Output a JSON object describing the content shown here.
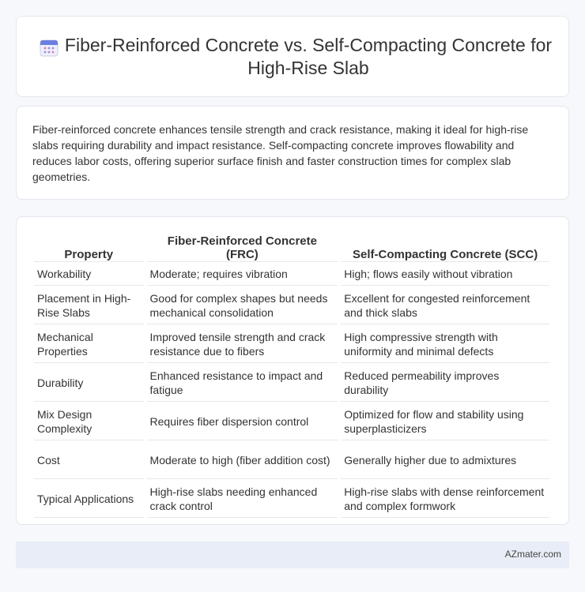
{
  "header": {
    "title": "Fiber-Reinforced Concrete vs. Self-Compacting Concrete for High-Rise Slab",
    "icon": "calendar-icon"
  },
  "summary": {
    "text": "Fiber-reinforced concrete enhances tensile strength and crack resistance, making it ideal for high-rise slabs requiring durability and impact resistance. Self-compacting concrete improves flowability and reduces labor costs, offering superior surface finish and faster construction times for complex slab geometries."
  },
  "table": {
    "headers": [
      "Property",
      "Fiber-Reinforced Concrete (FRC)",
      "Self-Compacting Concrete (SCC)"
    ],
    "rows": [
      [
        "Workability",
        "Moderate; requires vibration",
        "High; flows easily without vibration"
      ],
      [
        "Placement in High-Rise Slabs",
        "Good for complex shapes but needs mechanical consolidation",
        "Excellent for congested reinforcement and thick slabs"
      ],
      [
        "Mechanical Properties",
        "Improved tensile strength and crack resistance due to fibers",
        "High compressive strength with uniformity and minimal defects"
      ],
      [
        "Durability",
        "Enhanced resistance to impact and fatigue",
        "Reduced permeability improves durability"
      ],
      [
        "Mix Design Complexity",
        "Requires fiber dispersion control",
        "Optimized for flow and stability using superplasticizers"
      ],
      [
        "Cost",
        "Moderate to high (fiber addition cost)",
        "Generally higher due to admixtures"
      ],
      [
        "Typical Applications",
        "High-rise slabs needing enhanced crack control",
        "High-rise slabs with dense reinforcement and complex formwork"
      ]
    ]
  },
  "footer": {
    "brand": "AZmater.com"
  }
}
